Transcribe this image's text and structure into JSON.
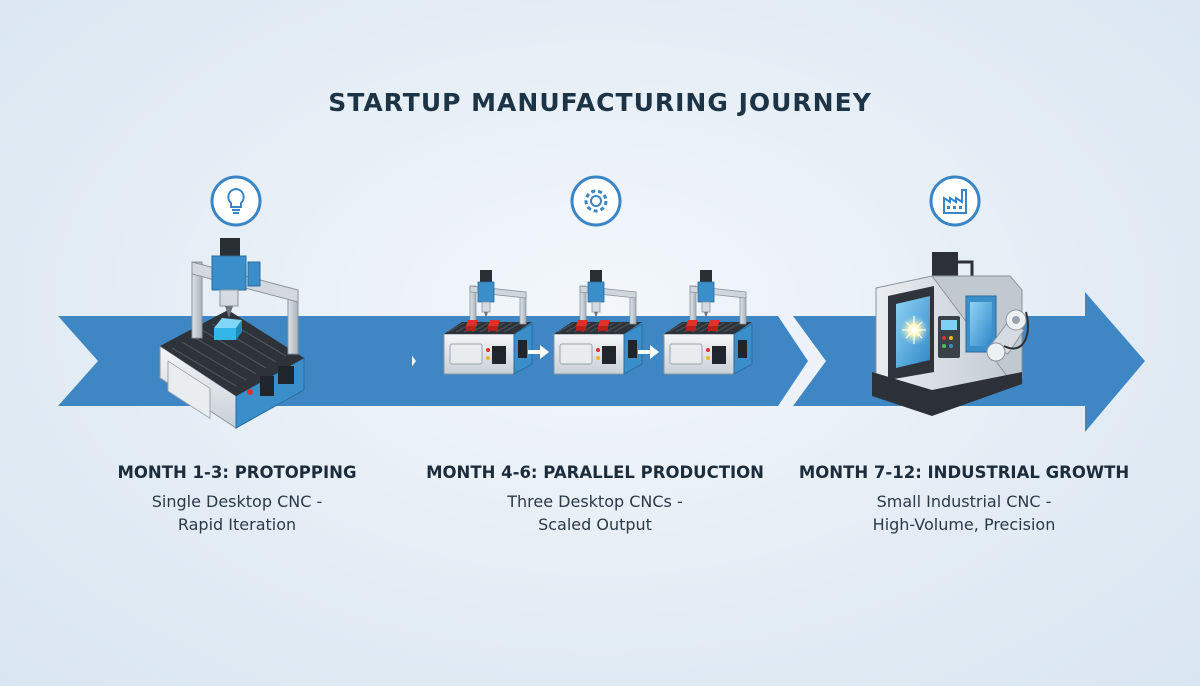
{
  "title": "STARTUP MANUFACTURING JOURNEY",
  "colors": {
    "arrow": "#3f86c4",
    "arrow_dark": "#2f6ea8",
    "icon_ring": "#3a85c6",
    "machine_blue": "#3a8fcb",
    "workpiece_red": "#e0322a",
    "workpiece_cyan": "#35b6e8",
    "text_dark": "#1d2c3b"
  },
  "stages": [
    {
      "icon": "lightbulb-icon",
      "heading": "MONTH 1-3: PROTOPPING",
      "desc_line1": "Single Desktop CNC -",
      "desc_line2": "Rapid Iteration"
    },
    {
      "icon": "gear-icon",
      "heading": "MONTH 4-6: PARALLEL PRODUCTION",
      "desc_line1": "Three Desktop CNCs -",
      "desc_line2": "Scaled Output"
    },
    {
      "icon": "factory-icon",
      "heading": "MONTH 7-12: INDUSTRIAL GROWTH",
      "desc_line1": "Small Industrial CNC -",
      "desc_line2": "High-Volume, Precision"
    }
  ]
}
